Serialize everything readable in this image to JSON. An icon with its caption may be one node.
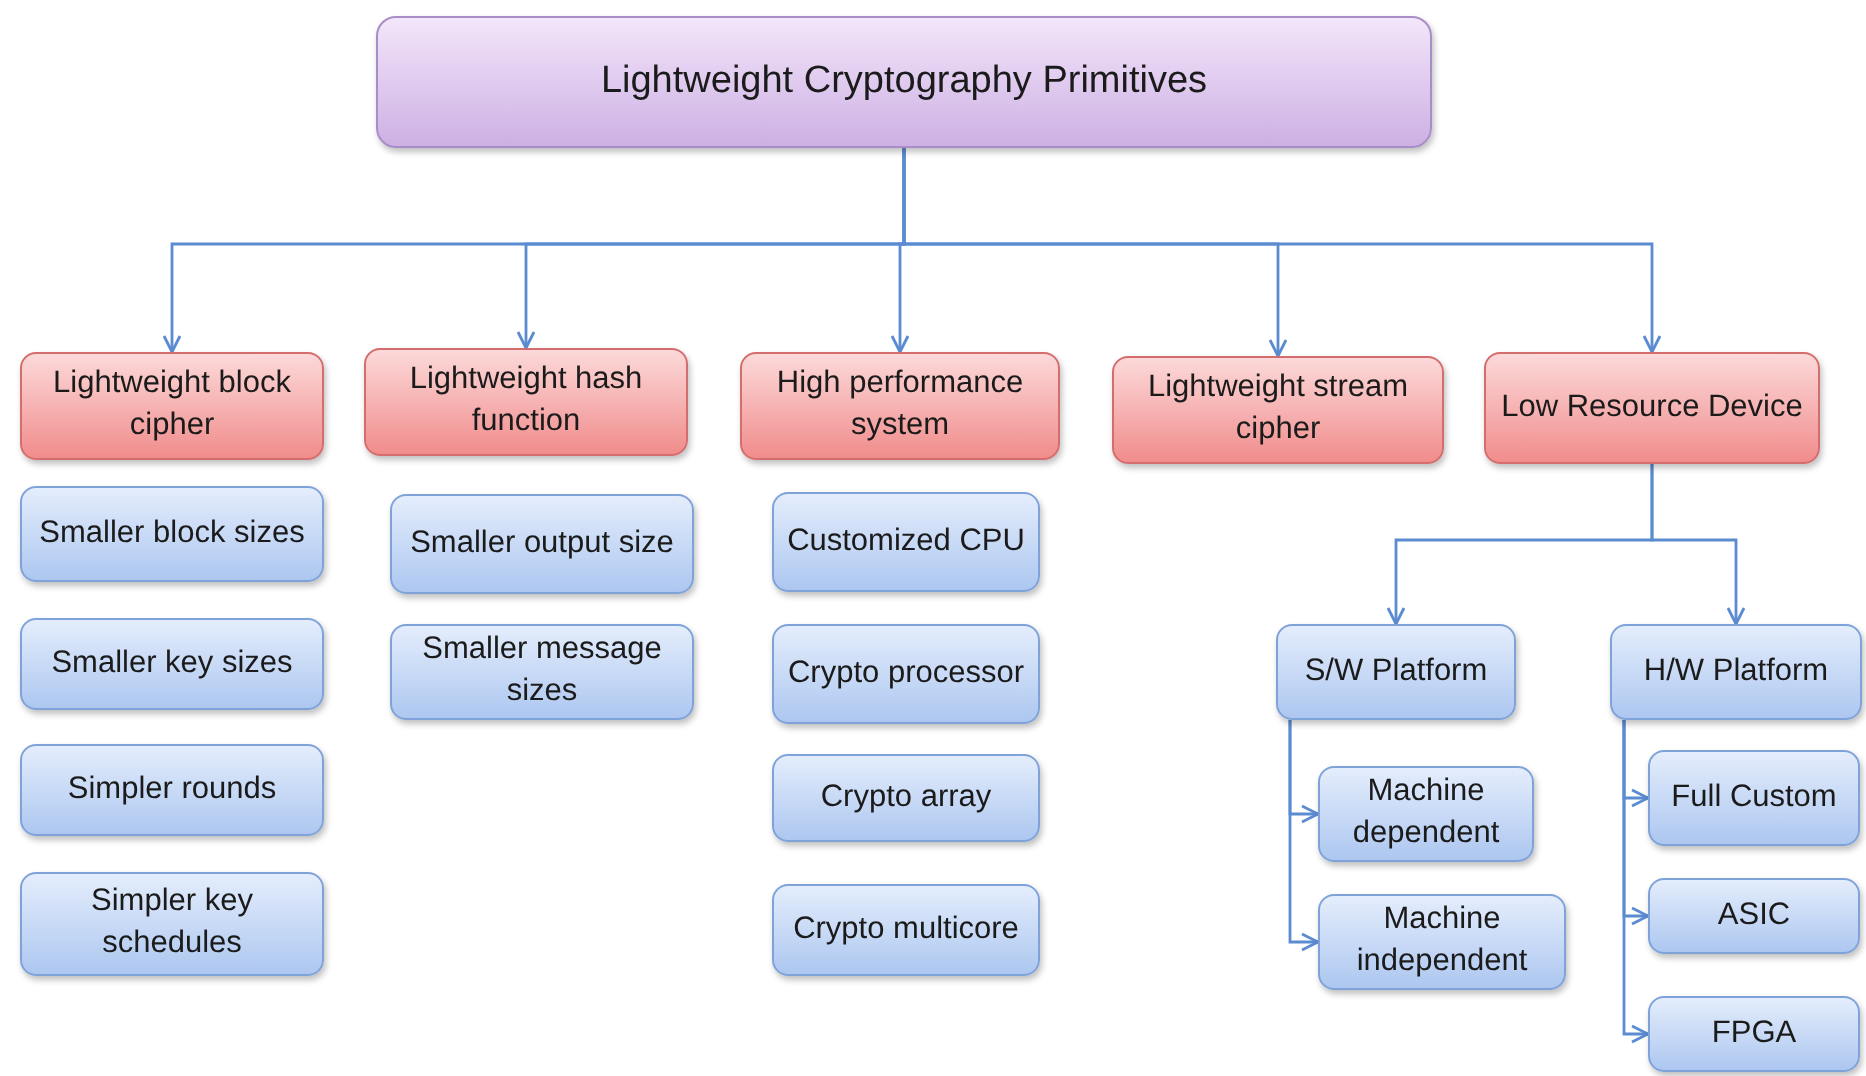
{
  "diagram": {
    "nodes": [
      {
        "text": [
          "Lightweight Cryptography Primitives"
        ]
      },
      {
        "text": [
          "Lightweight block cipher"
        ]
      },
      {
        "text": [
          "Lightweight hash function"
        ]
      },
      {
        "text": [
          "High performance system"
        ]
      },
      {
        "text": [
          "Lightweight stream cipher"
        ]
      },
      {
        "text": [
          "Low Resource Device"
        ]
      },
      {
        "text": [
          "Smaller block sizes"
        ]
      },
      {
        "text": [
          "Smaller key sizes"
        ]
      },
      {
        "text": [
          "Simpler rounds"
        ]
      },
      {
        "text": [
          "Simpler key schedules"
        ]
      },
      {
        "text": [
          "Smaller output size"
        ]
      },
      {
        "text": [
          "Smaller message sizes"
        ]
      },
      {
        "text": [
          "Customized CPU"
        ]
      },
      {
        "text": [
          "Crypto processor"
        ]
      },
      {
        "text": [
          "Crypto array"
        ]
      },
      {
        "text": [
          "Crypto multicore"
        ]
      },
      {
        "text": [
          "S/W Platform"
        ]
      },
      {
        "text": [
          "H/W Platform"
        ]
      },
      {
        "text": [
          "Machine dependent"
        ]
      },
      {
        "text": [
          "Machine independent"
        ]
      },
      {
        "text": [
          "Full Custom"
        ]
      },
      {
        "text": [
          "ASIC"
        ]
      },
      {
        "text": [
          "FPGA"
        ]
      }
    ],
    "edges": [
      {
        "from": 0,
        "to": 1,
        "arrow": "to"
      },
      {
        "from": 0,
        "to": 2,
        "arrow": "to"
      },
      {
        "from": 0,
        "to": 3,
        "arrow": "to"
      },
      {
        "from": 0,
        "to": 4,
        "arrow": "to"
      },
      {
        "from": 0,
        "to": 5,
        "arrow": "to"
      },
      {
        "from": 5,
        "to": 16,
        "arrow": "to"
      },
      {
        "from": 5,
        "to": 17,
        "arrow": "to"
      },
      {
        "from": 16,
        "to": 18,
        "arrow": "to"
      },
      {
        "from": 16,
        "to": 19,
        "arrow": "to"
      },
      {
        "from": 17,
        "to": 20,
        "arrow": "to"
      },
      {
        "from": 17,
        "to": 21,
        "arrow": "to"
      },
      {
        "from": 17,
        "to": 22,
        "arrow": "to"
      }
    ]
  }
}
